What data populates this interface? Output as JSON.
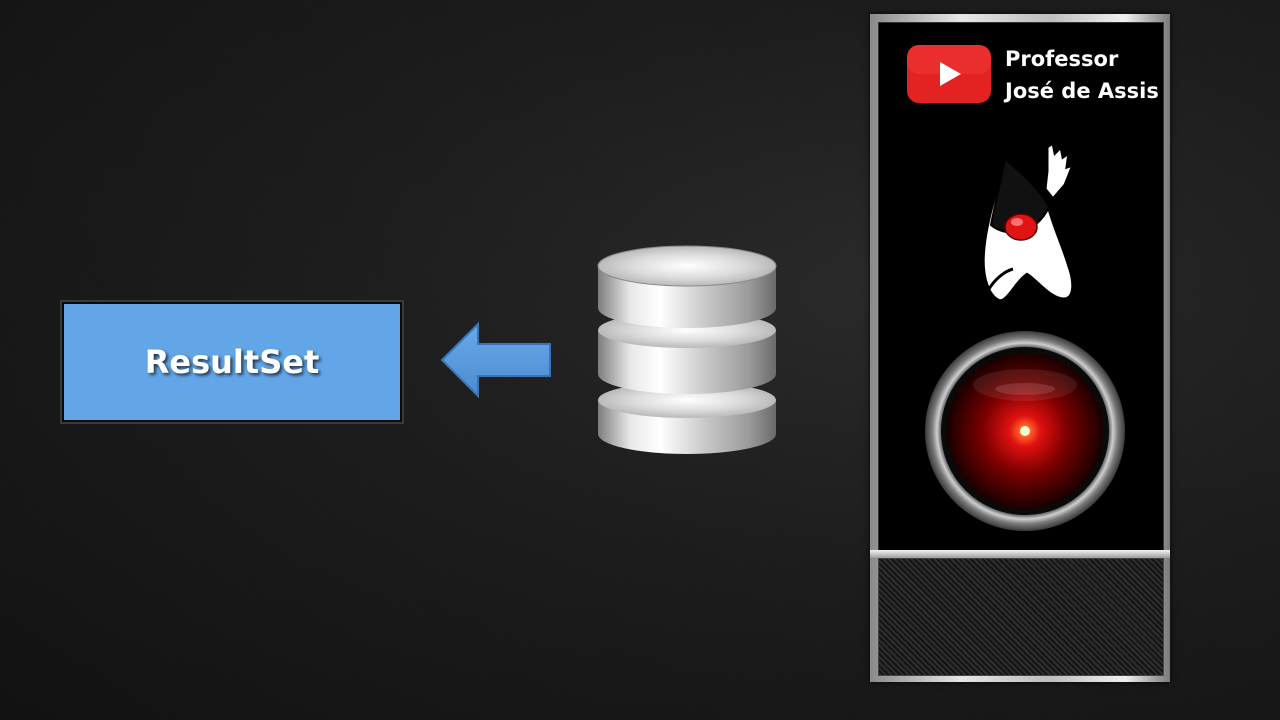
{
  "diagram": {
    "result_box": {
      "label": "ResultSet",
      "fill_color": "#63a6e8"
    },
    "arrow": {
      "direction": "left",
      "fill_color": "#5a9ce0",
      "stroke_color": "#3a74b4"
    },
    "database": {
      "icon": "database-cylinder-icon",
      "color": "#c8c8c8"
    }
  },
  "hal_panel": {
    "channel": {
      "icon": "youtube-play-icon",
      "line1": "Professor",
      "line2": "José de Assis"
    },
    "mascot": {
      "icon": "java-duke-icon"
    },
    "eye": {
      "icon": "hal-eye-icon",
      "color": "#e01010"
    }
  }
}
